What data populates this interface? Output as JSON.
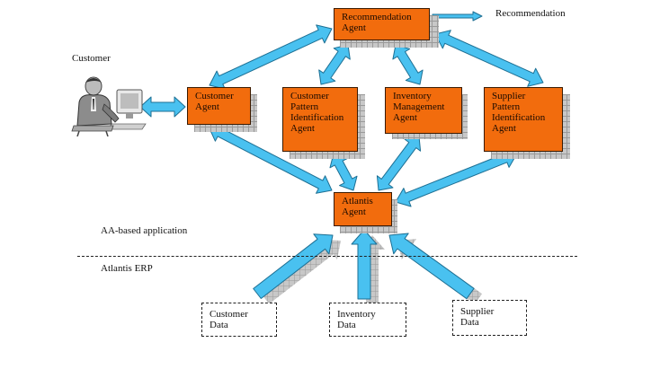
{
  "agents": {
    "recommendation": "Recommendation\nAgent",
    "customer": "Customer\nAgent",
    "customer_pattern": "Customer\nPattern\nIdentification\nAgent",
    "inventory": "Inventory\nManagement\nAgent",
    "supplier_pattern": "Supplier\nPattern\nIdentification\nAgent",
    "atlantis": "Atlantis\nAgent"
  },
  "labels": {
    "recommendation_output": "Recommendation",
    "customer": "Customer",
    "aa_app": "AA-based application",
    "erp": "Atlantis ERP"
  },
  "data_sources": {
    "customer": "Customer\nData",
    "inventory": "Inventory\nData",
    "supplier": "Supplier\nData"
  },
  "colors": {
    "agent_fill": "#f26c0d",
    "arrow_fill": "#49c1f0",
    "arrow_stroke": "#1d6f93",
    "shadow": "#c8c8c8"
  },
  "icons": {
    "customer": "person-at-computer-icon"
  }
}
